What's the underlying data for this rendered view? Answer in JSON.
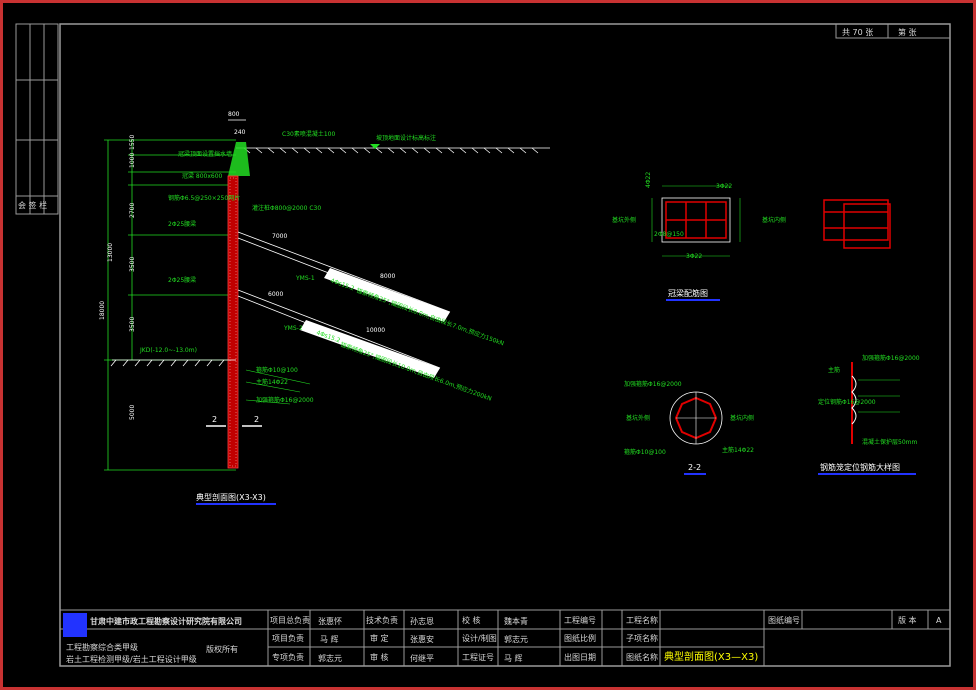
{
  "header": {
    "total_sheets": "共 70 张",
    "sheet_no": "第    张"
  },
  "margin_labels": {
    "left_side": "会 签 栏"
  },
  "section_main": {
    "title": "典型剖面图(X3-X3)",
    "top_note": "C30素喷混凝土100",
    "ground_note": "坡顶地面设计标高标注",
    "kjd_label": "JKD(-12.0~-13.0m)",
    "cut_labels": [
      "2",
      "2"
    ],
    "dims_top": [
      "800",
      "240"
    ],
    "dims_left": [
      "1550",
      "1000",
      "2700",
      "3500",
      "3500",
      "13000",
      "18000",
      "5000"
    ],
    "anchor1": {
      "id": "YMS-1",
      "spec": "4Φs15.2",
      "free_len": "7000",
      "bond_len": "8000",
      "note": "锚索倾角25°,锚固段长8.0m,自由段长7.0m,预应力150kN"
    },
    "anchor2": {
      "id": "YMS-2",
      "spec": "4Φs15.2",
      "free_len": "6000",
      "bond_len": "10000",
      "note": "锚索倾角25°,锚固段长10.0m,自由段长6.0m,预应力200kN"
    },
    "notes": [
      "冠梁顶面设置挡水墙",
      "冠梁 800x600",
      "钢筋Φ6.5@250×250网片",
      "灌注桩Φ800@2000 C30",
      "2Φ25腰梁",
      "2Φ25腰梁",
      "加强箍筋Φ16@2000",
      "主筋14Φ22",
      "箍筋Φ10@100"
    ]
  },
  "beam_detail": {
    "title": "冠梁配筋图",
    "dims": [
      "3Φ22",
      "3Φ22",
      "2Φ8@150",
      "4Φ22"
    ],
    "side_labels": [
      "基坑外侧",
      "基坑内侧"
    ]
  },
  "pile_section": {
    "title": "2-2",
    "labels": [
      "加强箍筋Φ16@2000",
      "箍筋Φ10@100",
      "主筋14Φ22",
      "基坑外侧",
      "基坑内侧"
    ]
  },
  "anchor_detail": {
    "title": "钢筋笼定位钢筋大样图",
    "labels": [
      "主筋",
      "加强箍筋Φ16@2000",
      "定位钢筋Φ16@2000",
      "混凝土保护层50mm"
    ]
  },
  "title_block": {
    "company": "甘肃中建市政工程勘察设计研究院有限公司",
    "qualification_1": "工程勘察综合类甲级",
    "qualification_2": "岩土工程检测甲级/岩土工程设计甲级",
    "copyright": "版权所有",
    "row_labels": [
      [
        "项目总负责",
        "张惠怀",
        "技术负责",
        "孙志恩",
        "校 核",
        "魏本青"
      ],
      [
        "项目负责",
        "马 辉",
        "审 定",
        "张惠安",
        "设计/制图",
        "郭志元"
      ],
      [
        "专项负责",
        "郭志元",
        "审 核",
        "何继平",
        "工程证号",
        "马 辉"
      ]
    ],
    "meta_labels": [
      "工程编号",
      "图纸比例",
      "出图日期"
    ],
    "project_labels": [
      "工程名称",
      "子项名称",
      "图纸名称"
    ],
    "drawing_name": "典型剖面图(X3—X3)",
    "drawing_no_label": "图纸编号",
    "version_label": "版 本",
    "version_value": "A"
  },
  "colors": {
    "frame": "#c83232",
    "line_white": "#ffffff",
    "line_green": "#22dd22",
    "pile_red": "#e00000",
    "accent_blue": "#2233ff",
    "drawing_name_yellow": "#ffff00"
  }
}
